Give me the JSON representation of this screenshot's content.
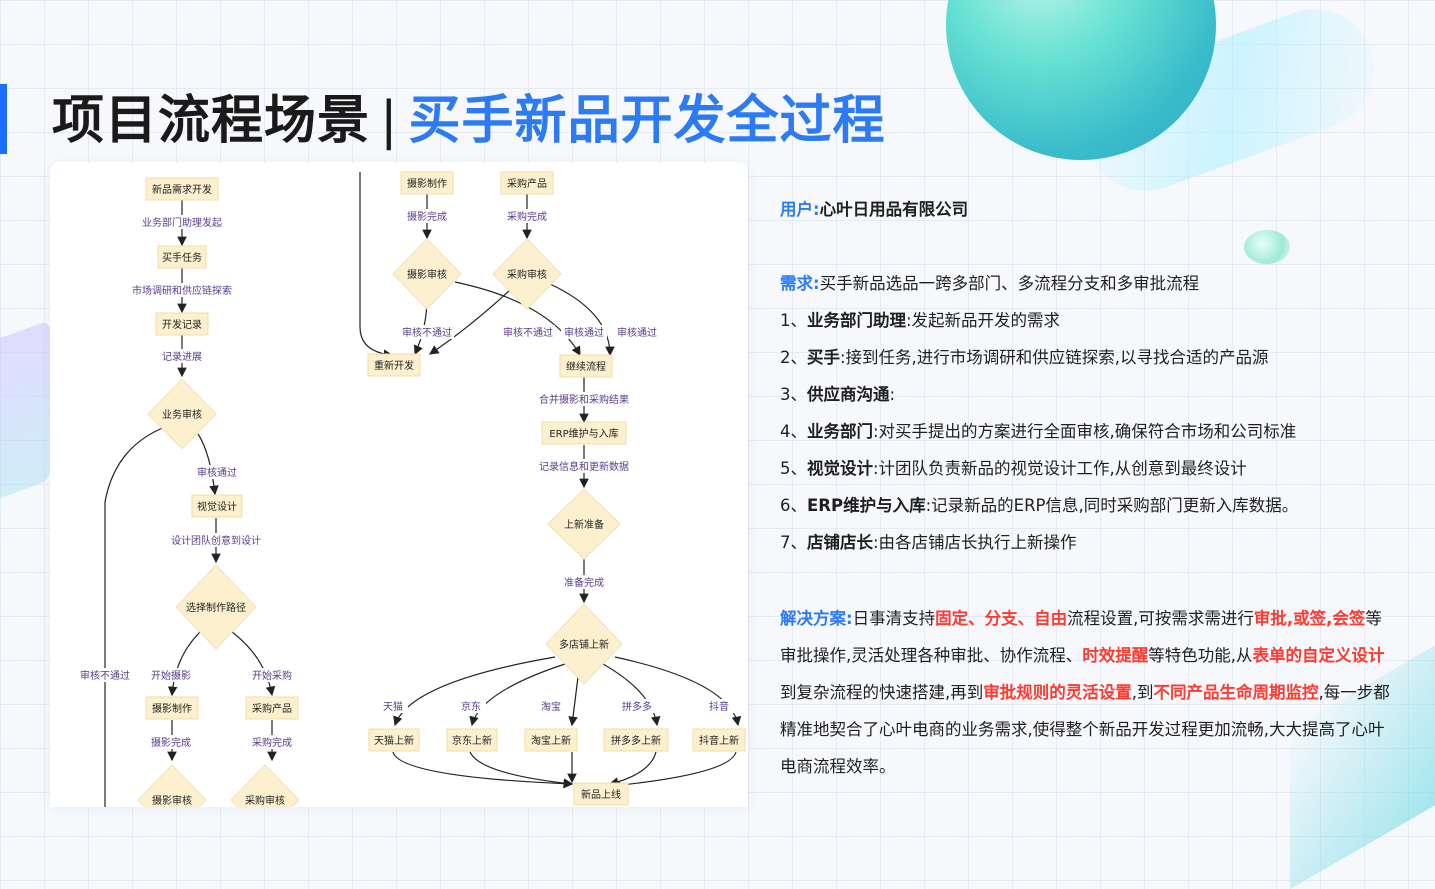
{
  "title": {
    "main": "项目流程场景",
    "separator": "|",
    "sub": "买手新品开发全过程"
  },
  "accent_color": "#2d7bf3",
  "highlight_color": "#ff3b30",
  "flowchart": {
    "nodes": {
      "n_req": "新品需求开发",
      "n_buyer": "买手任务",
      "n_record": "开发记录",
      "n_review": "业务审核",
      "n_visual": "视觉设计",
      "n_path": "选择制作路径",
      "n_photo1": "摄影制作",
      "n_buy1": "采购产品",
      "n_photoreview1": "摄影审核",
      "n_buyreview1": "采购审核",
      "n_photo2": "摄影制作",
      "n_buy2": "采购产品",
      "n_photoreview2": "摄影审核",
      "n_buyreview2": "采购审核",
      "n_redo": "重新开发",
      "n_continue": "继续流程",
      "n_erp": "ERP维护与入库",
      "n_prep": "上新准备",
      "n_multi": "多店铺上新",
      "n_tmall": "天猫上新",
      "n_jd": "京东上新",
      "n_taobao": "淘宝上新",
      "n_pdd": "拼多多上新",
      "n_douyin": "抖音上新",
      "n_online": "新品上线"
    },
    "edge_labels": {
      "e1": "业务部门助理发起",
      "e2": "市场调研和供应链探索",
      "e3": "记录进展",
      "e4": "审核通过",
      "e5": "设计团队创意到设计",
      "e6": "开始摄影",
      "e7": "开始采购",
      "e8": "摄影完成",
      "e9": "采购完成",
      "e10": "审核不通过",
      "e11": "摄影完成",
      "e12": "采购完成",
      "e13": "审核不通过",
      "e14": "审核不通过",
      "e15": "审核通过",
      "e16": "审核通过",
      "e17": "合并摄影和采购结果",
      "e18": "记录信息和更新数据",
      "e19": "准备完成",
      "e20": "天猫",
      "e21": "京东",
      "e22": "淘宝",
      "e23": "拼多多",
      "e24": "抖音"
    }
  },
  "panel": {
    "user_label": "用户:",
    "user_value": "心叶日用品有限公司",
    "need_label": "需求:",
    "need_value": "买手新品选品一跨多部门、多流程分支和多审批流程",
    "items": [
      {
        "num": "1、",
        "role": "业务部门助理",
        "desc": ":发起新品开发的需求"
      },
      {
        "num": "2、",
        "role": "买手",
        "desc": ":接到任务,进行市场调研和供应链探索,以寻找合适的产品源"
      },
      {
        "num": "3、",
        "role": "供应商沟通",
        "desc": ":"
      },
      {
        "num": "4、",
        "role": "业务部门",
        "desc": ":对买手提出的方案进行全面审核,确保符合市场和公司标准"
      },
      {
        "num": "5、",
        "role": "视觉设计",
        "desc": ":计团队负责新品的视觉设计工作,从创意到最终设计"
      },
      {
        "num": "6、",
        "role": "ERP维护与入库",
        "desc": ":记录新品的ERP信息,同时采购部门更新入库数据。"
      },
      {
        "num": "7、",
        "role": "店铺店长",
        "desc": ":由各店铺店长执行上新操作"
      }
    ],
    "solution": {
      "label": "解决方案:",
      "s1": "日事清支持",
      "h1": "固定、分支、自由",
      "s2": "流程设置,可按需求需进行",
      "h2": "审批,或签,会签",
      "s3": "等审批操作,灵活处理各种审批、协作流程、",
      "h3": "时效提醒",
      "s4": "等特色功能,从",
      "h4": "表单的自定义设计",
      "s5": "到复杂流程的快速搭建,再到",
      "h5": "审批规则的灵活设置",
      "s6": ",到",
      "h6": "不同产品生命周期监控",
      "s7": ",每一步都精准地契合了心叶电商的业务需求,使得整个新品开发过程更加流畅,大大提高了心叶电商流程效率。"
    }
  }
}
